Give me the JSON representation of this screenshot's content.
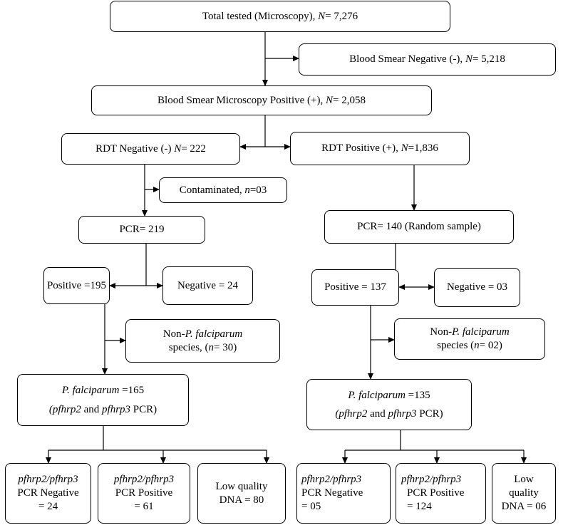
{
  "total": {
    "label": "Total tested (Microscopy), ",
    "n_label": "N",
    "n_value": "= 7,276"
  },
  "smear_neg": {
    "label": "Blood Smear Negative (-), ",
    "n_label": "N",
    "n_value": "= 5,218"
  },
  "smear_pos": {
    "label": "Blood Smear Microscopy Positive (+), ",
    "n_label": "N",
    "n_value": "= 2,058"
  },
  "rdt_neg": {
    "label": "RDT Negative (-) ",
    "n_label": "N",
    "n_value": "= 222"
  },
  "rdt_pos": {
    "label": "RDT Positive (+), ",
    "n_label": "N",
    "n_value": "=1,836"
  },
  "contaminated": {
    "label": "Contaminated, ",
    "n_label": "n",
    "n_value": "=03"
  },
  "left": {
    "pcr": "PCR= 219",
    "positive": "Positive =195",
    "negative": "Negative = 24",
    "non_pf": {
      "prefix": "Non-",
      "species": "P. falciparum",
      "line2a": "species, (",
      "n_label": "n",
      "line2b": "= 30)"
    },
    "pf": {
      "species": "P. falciparum",
      "count": " =165",
      "open": "(",
      "g1": "pfhrp2",
      "and": " and ",
      "g2": "pfhrp3",
      "close": " PCR)"
    },
    "out_neg": {
      "gene": "pfhrp2/pfhrp3",
      "line2": "PCR Negative",
      "line3": "= 24"
    },
    "out_pos": {
      "gene": "pfhrp2/pfhrp3",
      "line2": "PCR Positive",
      "line3": "= 61"
    },
    "low": {
      "line1": "Low quality",
      "line2": "DNA = 80"
    }
  },
  "right": {
    "pcr": "PCR= 140 (Random sample)",
    "positive": "Positive = 137",
    "negative": "Negative = 03",
    "non_pf": {
      "prefix": "Non-",
      "species": "P. falciparum",
      "line2a": "species (",
      "n_label": "n",
      "line2b": "= 02)"
    },
    "pf": {
      "species": "P. falciparum",
      "count": " =135",
      "open": "(",
      "g1": "pfhrp2",
      "and": " and ",
      "g2": "pfhrp3",
      "close": " PCR)"
    },
    "out_neg": {
      "gene": "pfhrp2/pfhrp3",
      "line2": "PCR Negative",
      "line3": "= 05"
    },
    "out_pos": {
      "gene": "pfhrp2/pfhrp3",
      "line2": "PCR Positive",
      "line3": "= 124"
    },
    "low": {
      "line1": "Low",
      "line2": "quality",
      "line3": "DNA = 06"
    }
  }
}
